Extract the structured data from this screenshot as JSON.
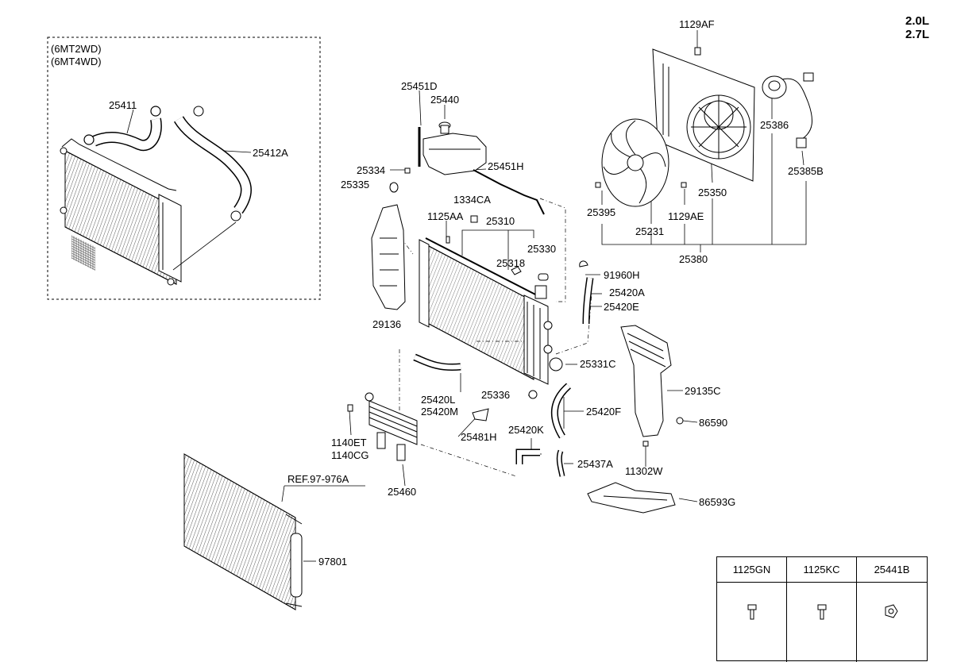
{
  "engine": [
    "2.0L",
    "2.7L"
  ],
  "variant_box": {
    "line1": "(6MT2WD)",
    "line2": "(6MT4WD)"
  },
  "parts": {
    "p25411": "25411",
    "p25412A": "25412A",
    "p25451D": "25451D",
    "p25440": "25440",
    "p25451H": "25451H",
    "p25334": "25334",
    "p25335": "25335",
    "p1334CA": "1334CA",
    "p1125AA": "1125AA",
    "p25310": "25310",
    "p25318": "25318",
    "p25330": "25330",
    "p29136": "29136",
    "p91960H": "91960H",
    "p25420A": "25420A",
    "p25420E": "25420E",
    "p25331C": "25331C",
    "p25420L": "25420L",
    "p25420M": "25420M",
    "p25336": "25336",
    "p25420F": "25420F",
    "p25481H": "25481H",
    "p25420K": "25420K",
    "p25437A": "25437A",
    "p1140ET": "1140ET",
    "p1140CG": "1140CG",
    "p25460": "25460",
    "pREF": "REF.97-976A",
    "p97801": "97801",
    "p1129AF": "1129AF",
    "p25386": "25386",
    "p25385B": "25385B",
    "p25350": "25350",
    "p25395": "25395",
    "p1129AE": "1129AE",
    "p25231": "25231",
    "p25380": "25380",
    "p29135C": "29135C",
    "p86590": "86590",
    "p11302W": "11302W",
    "p86593G": "86593G"
  },
  "fastener_table": {
    "headers": [
      "1125GN",
      "1125KC",
      "25441B"
    ],
    "icons": [
      "bolt-icon",
      "bolt-icon",
      "nut-icon"
    ]
  }
}
